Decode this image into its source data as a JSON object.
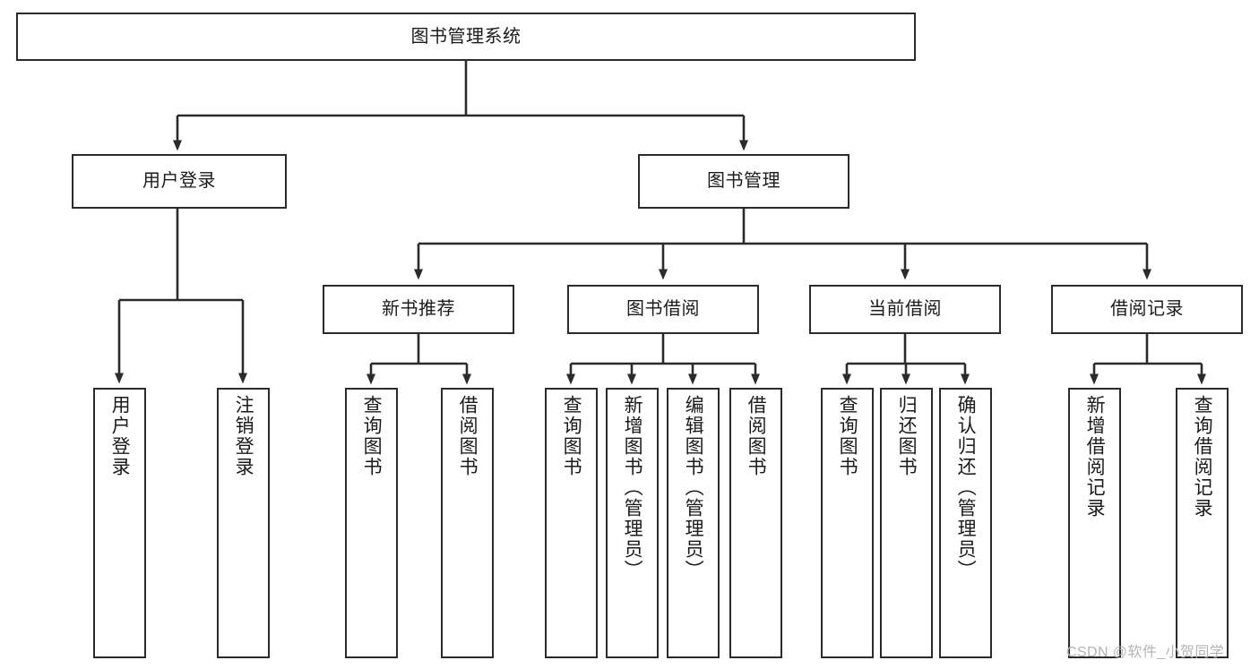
{
  "diagram": {
    "type": "tree-hierarchy",
    "title": "图书管理系统",
    "root": {
      "label": "图书管理系统"
    },
    "level2": [
      {
        "label": "用户登录"
      },
      {
        "label": "图书管理"
      }
    ],
    "level3": [
      {
        "label": "新书推荐"
      },
      {
        "label": "图书借阅"
      },
      {
        "label": "当前借阅"
      },
      {
        "label": "借阅记录"
      }
    ],
    "leaves": {
      "user_login": [
        {
          "label": "用户登录"
        },
        {
          "label": "注销登录"
        }
      ],
      "new_book_recommend": [
        {
          "label": "查询图书"
        },
        {
          "label": "借阅图书"
        }
      ],
      "book_borrow": [
        {
          "label": "查询图书"
        },
        {
          "label": "新增图书（管理员）"
        },
        {
          "label": "编辑图书（管理员）"
        },
        {
          "label": "借阅图书"
        }
      ],
      "current_borrow": [
        {
          "label": "查询图书"
        },
        {
          "label": "归还图书"
        },
        {
          "label": "确认归还（管理员）"
        }
      ],
      "borrow_record": [
        {
          "label": "新增借阅记录"
        },
        {
          "label": "查询借阅记录"
        }
      ]
    },
    "watermark": "CSDN @软件_小贺同学",
    "colors": {
      "box_border": "#2b2b2b",
      "box_fill": "#ffffff",
      "text": "#1b1b1b",
      "connector": "#2b2b2b",
      "watermark": "#b4b4b4",
      "background": "#ffffff"
    }
  }
}
